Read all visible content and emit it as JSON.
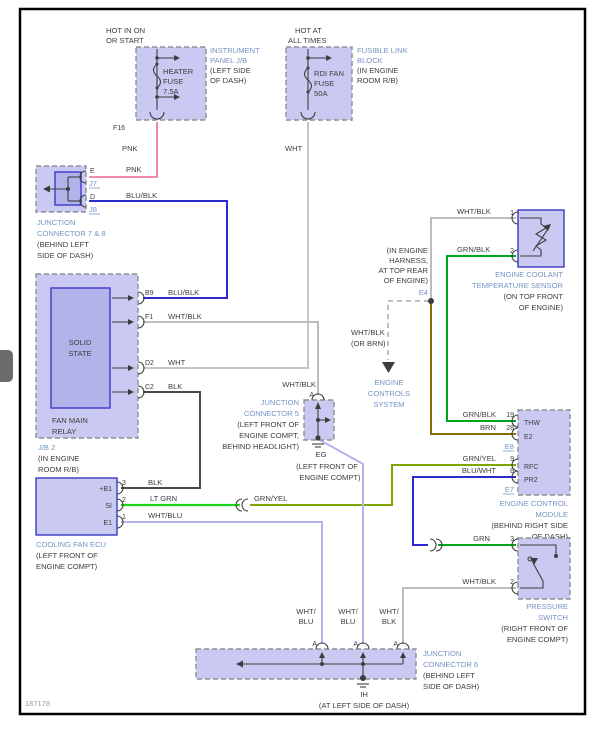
{
  "frame": {
    "code": "187178"
  },
  "ipjb": {
    "hot": [
      "HOT IN ON",
      "OR START"
    ],
    "fuse": [
      "HEATER",
      "FUSE",
      "7.5A"
    ],
    "name": [
      "INSTRUMENT",
      "PANEL J/B"
    ],
    "loc": [
      "(LEFT SIDE",
      "OF DASH)"
    ],
    "pin": "F16"
  },
  "flb": {
    "hot": [
      "HOT AT",
      "ALL TIMES"
    ],
    "fuse": [
      "RDI FAN",
      "FUSE",
      "50A"
    ],
    "name": [
      "FUSIBLE LINK",
      "BLOCK"
    ],
    "loc": [
      "(IN ENGINE",
      "ROOM R/B)"
    ]
  },
  "jc78": {
    "pin_e": "E",
    "link_e": "J7",
    "pin_d": "D",
    "link_d": "J8",
    "name": [
      "JUNCTION",
      "CONNECTOR 7 & 8"
    ],
    "loc": [
      "(BEHIND LEFT",
      "SIDE OF DASH)"
    ]
  },
  "relay": {
    "inner": [
      "SOLID",
      "STATE"
    ],
    "name": [
      "FAN MAIN",
      "RELAY"
    ],
    "jb": "J/B 2",
    "loc": [
      "(IN ENGINE",
      "ROOM R/B)"
    ],
    "pins": {
      "b9": "B9",
      "f1": "F1",
      "d2": "D2",
      "c2": "C2"
    }
  },
  "ecu": {
    "pins": {
      "b1": "+B1",
      "si": "SI",
      "e1": "E1",
      "n3": "3",
      "n2": "2",
      "n1": "1"
    },
    "name": "COOLING FAN ECU",
    "loc": [
      "(LEFT FRONT OF",
      "ENGINE COMPT)"
    ]
  },
  "jc5": {
    "pin": "A",
    "name": [
      "JUNCTION",
      "CONNECTOR 5"
    ],
    "loc": [
      "(LEFT FRONT OF",
      "ENGINE COMPT,",
      "BEHIND HEADLIGHT)"
    ],
    "gnd": "EG",
    "gnd_loc": [
      "(LEFT FRONT OF",
      "ENGINE COMPT)"
    ]
  },
  "jc6": {
    "pins": [
      "A",
      "A",
      "A"
    ],
    "name": [
      "JUNCTION",
      "CONNECTOR 6"
    ],
    "loc": [
      "(BEHIND LEFT",
      "SIDE OF DASH)"
    ],
    "gnd": "IH",
    "gnd_loc": "(AT LEFT SIDE OF DASH)"
  },
  "harness": {
    "loc": [
      "(IN ENGINE",
      "HARNESS,",
      "AT TOP REAR",
      "OF ENGINE)"
    ],
    "link": "E4",
    "wire": [
      "WHT/BLK",
      "(OR BRN)"
    ],
    "dest": [
      "ENGINE",
      "CONTROLS",
      "SYSTEM"
    ]
  },
  "ects": {
    "n1": "1",
    "n2": "2",
    "name": [
      "ENGINE COOLANT",
      "TEMPERATURE SENSOR"
    ],
    "loc": [
      "(ON TOP FRONT",
      "OF ENGINE)"
    ]
  },
  "ecm": {
    "pins": {
      "thw": "THW",
      "e2": "E2",
      "rfc": "RFC",
      "pr2": "PR2",
      "n19": "19",
      "n28": "28",
      "n9": "9",
      "n8": "8"
    },
    "links": {
      "e8": "E8",
      "e7": "E7"
    },
    "name": [
      "ENGINE CONTROL",
      "MODULE"
    ],
    "loc": [
      "(BEHIND RIGHT SIDE",
      "OF DASH)"
    ]
  },
  "psw": {
    "n3": "3",
    "n2": "2",
    "name": [
      "PRESSURE",
      "SWITCH"
    ],
    "loc": [
      "(RIGHT FRONT OF",
      "ENGINE COMPT)"
    ]
  },
  "wires": {
    "pnk_a": "PNK",
    "pnk_b": "PNK",
    "wht_main": "WHT",
    "blublk_a": "BLU/BLK",
    "blublk_b": "BLU/BLK",
    "whtblk_f1": "WHT/BLK",
    "whtblk_jc5": "WHT/BLK",
    "wht_d2": "WHT",
    "blk_c2": "BLK",
    "blk_ecu": "BLK",
    "ltgrn": "LT GRN",
    "grnyel_a": "GRN/YEL",
    "grnyel_b": "GRN/YEL",
    "whtblu_e1": "WHT/BLU",
    "whtblk_sens": "WHT/BLK",
    "grnblk_a": "GRN/BLK",
    "grnblk_b": "GRN/BLK",
    "brn": "BRN",
    "bluwht": "BLU/WHT",
    "grn": "GRN",
    "whtblk_psw": "WHT/BLK",
    "jc6_1": [
      "WHT/",
      "BLU"
    ],
    "jc6_2": [
      "WHT/",
      "BLU"
    ],
    "jc6_3": [
      "WHT/",
      "BLK"
    ]
  },
  "colors": {
    "box_fill": "#c9c9f1",
    "inner_fill": "#b3b3ec",
    "label_blue": "#7593c4",
    "text_dark": "#3d3d3d",
    "wire_pnk": "#ef8ba6",
    "wire_blu": "#2a2ad0",
    "wire_wht": "#c6c6c6",
    "wire_blk": "#4a4a4a",
    "wire_ltgrn": "#1dd41d",
    "wire_grnyel": "#7ea600",
    "wire_whtblu": "#b4b4ec",
    "wire_grn": "#00a41e",
    "wire_brn": "#8a6d00"
  }
}
